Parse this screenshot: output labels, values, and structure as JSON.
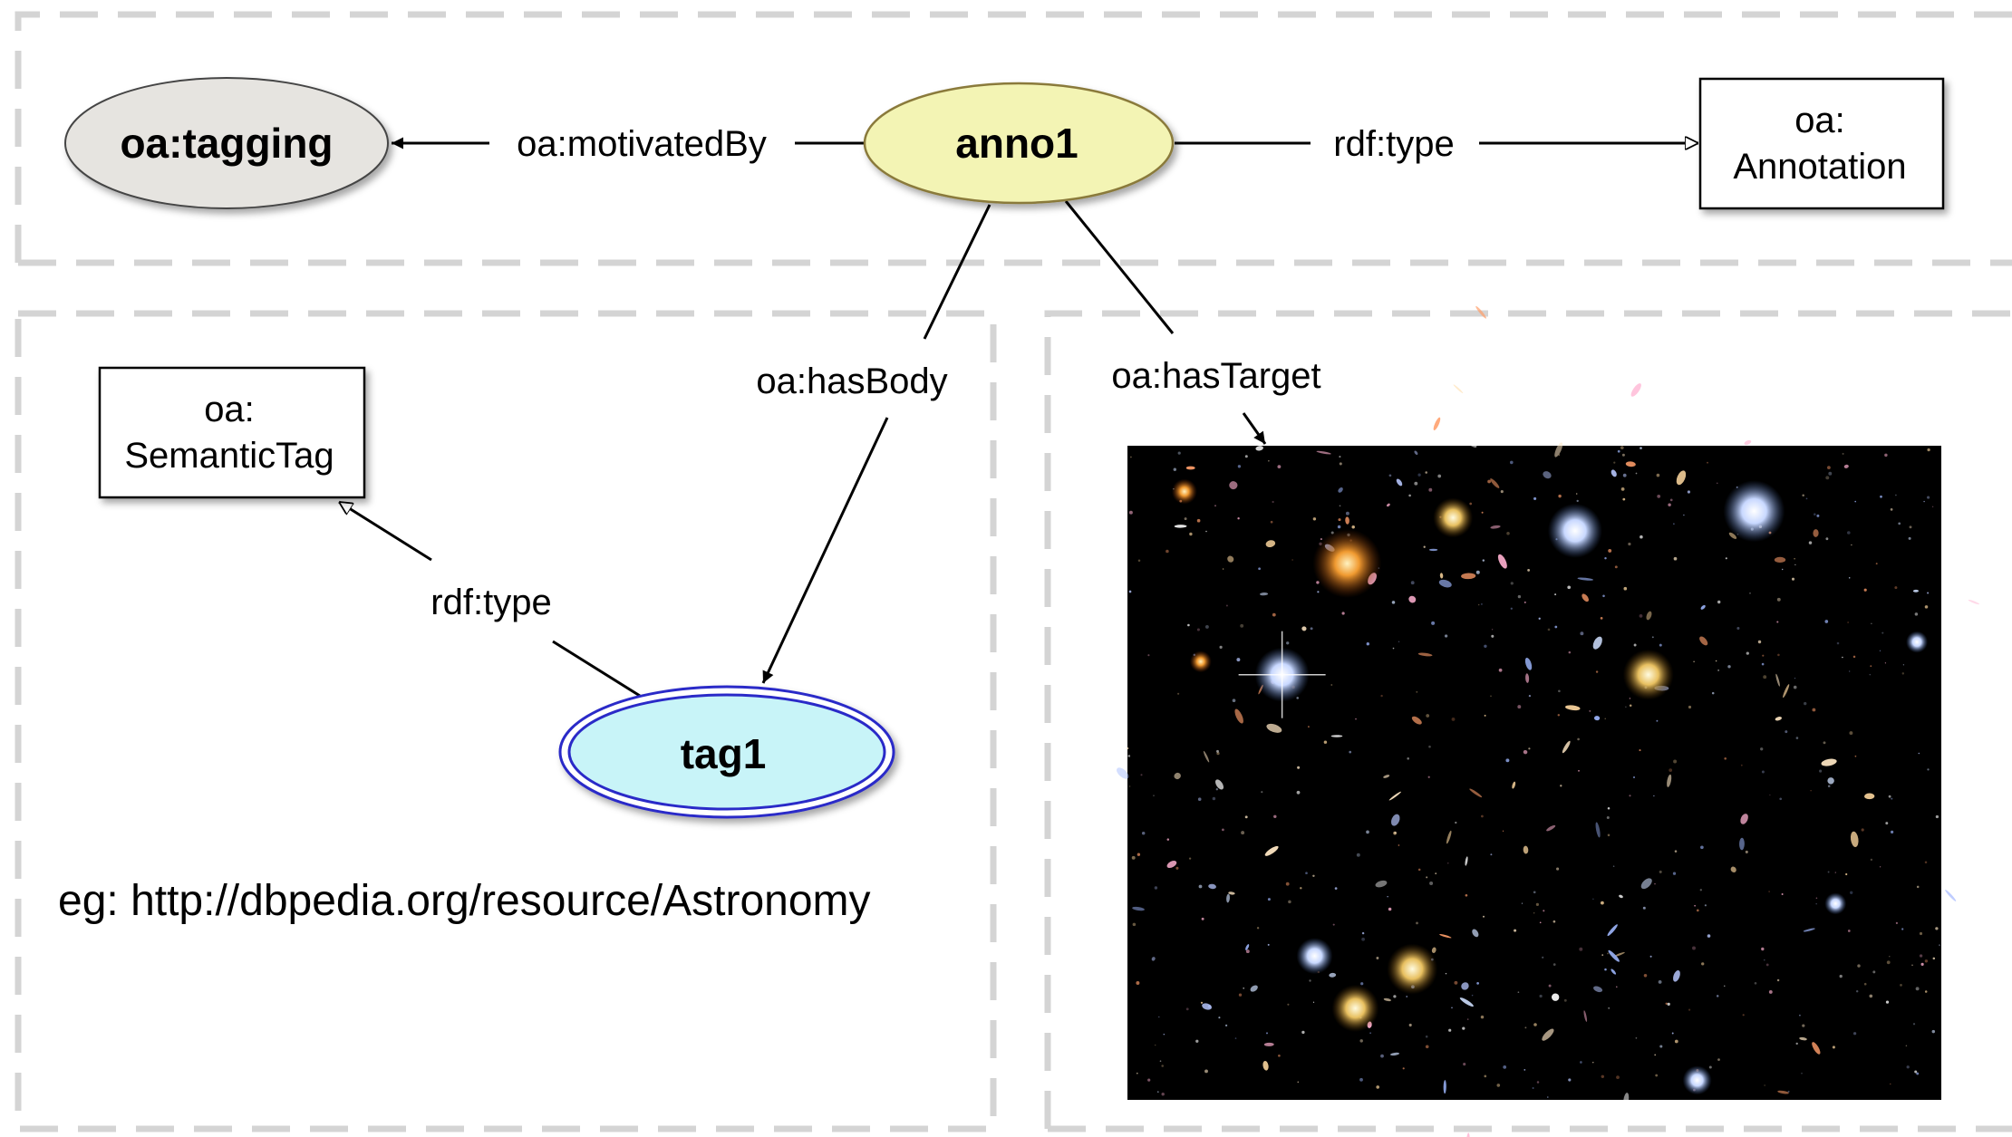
{
  "nodes": {
    "tagging": {
      "label": "oa:tagging",
      "fill": "#e6e4e0"
    },
    "anno1": {
      "label": "anno1",
      "fill": "#f3f4b4"
    },
    "tag1": {
      "label": "tag1",
      "fill": "#c8f4f8",
      "stroke": "#2a2ac8"
    }
  },
  "classes": {
    "annotation": {
      "line1": "oa:",
      "line2": "Annotation"
    },
    "semantic_tag": {
      "line1": "oa:",
      "line2": "SemanticTag"
    }
  },
  "edges": {
    "motivated_by": "oa:motivatedBy",
    "type_annotation": "rdf:type",
    "has_body": "oa:hasBody",
    "has_target": "oa:hasTarget",
    "type_semantic_tag": "rdf:type"
  },
  "example": "eg: http://dbpedia.org/resource/Astronomy",
  "target_image": {
    "icon": "hubble-deep-field-image",
    "background": "#000000"
  },
  "colors": {
    "group_border": "#d4d4d4",
    "edge": "#000000"
  }
}
